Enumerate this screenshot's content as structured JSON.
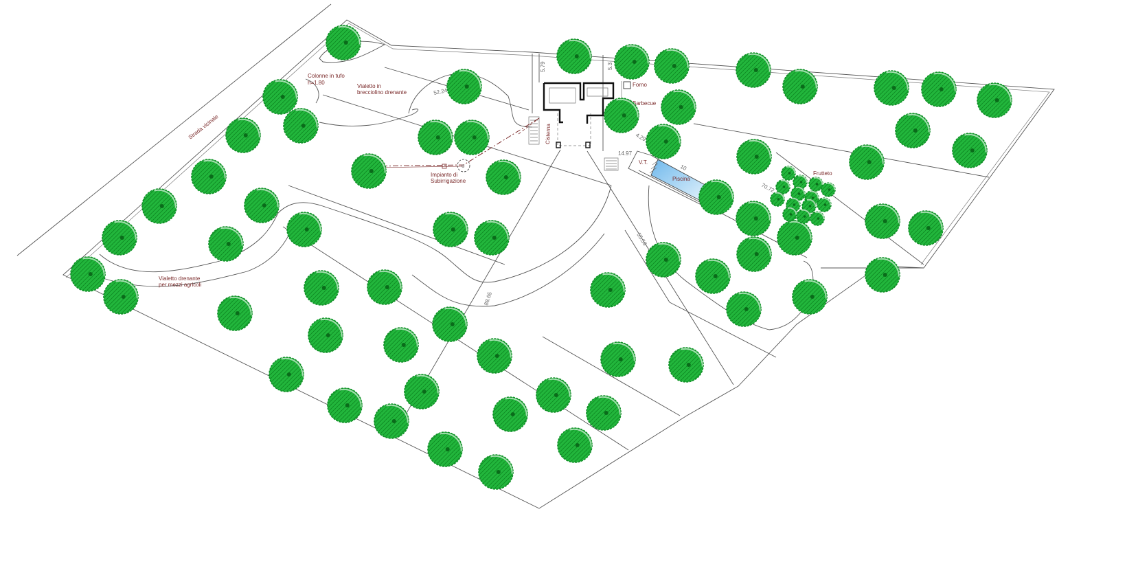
{
  "colors": {
    "tree": "#1fb43a",
    "tree_edge": "#0f8f26",
    "pool": "#a9d8f5",
    "label": "#7a2a2a",
    "line": "#555555"
  },
  "icons": {
    "tree": "tree-symbol-icon"
  },
  "labels": {
    "strada": "Strada vicinale",
    "colonne_1": "Colonne in tufo",
    "colonne_2": "h=1.80",
    "vialetto_1": "Vialetto in",
    "vialetto_2": "brecciolino drenante",
    "impianto_1": "Impianto di",
    "impianto_2": "Subirrigazione",
    "forno": "Forno",
    "barbecue": "Barbecue",
    "cisterna": "Cisterna",
    "vt": "V.T.",
    "piscina": "Piscina",
    "frutteto": "Frutteto",
    "vialetto_agr_1": "Vialetto drenante",
    "vialetto_agr_2": "per mezzi agricoli"
  },
  "dims": {
    "d1": "52.24",
    "d2": "5.79",
    "d3": "5.3",
    "d4": "14.97",
    "d5": "4.29",
    "d6": "10",
    "d7": "70.72",
    "d8": "55.53",
    "d9": "88.65"
  }
}
